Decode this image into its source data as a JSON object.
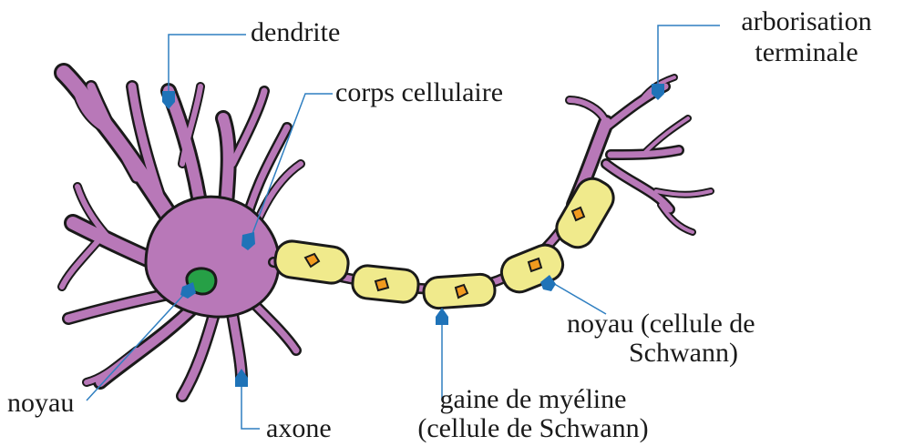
{
  "colors": {
    "soma": "#b878b8",
    "outline": "#1a1a1a",
    "nucleus": "#26a046",
    "myelin": "#f0ea8c",
    "schwann_nucleus": "#f29a1e",
    "pointer": "#1f73b8",
    "leader": "#2f7fc1"
  },
  "labels": {
    "dendrite": "dendrite",
    "corps_cellulaire": "corps cellulaire",
    "arborisation_line1": "arborisation",
    "arborisation_line2": "terminale",
    "noyau": "noyau",
    "axone": "axone",
    "gaine_line1": "gaine de myéline",
    "gaine_line2": "(cellule de Schwann)",
    "noyau_schwann_line1": "noyau (cellule de",
    "noyau_schwann_line2": "Schwann)"
  }
}
